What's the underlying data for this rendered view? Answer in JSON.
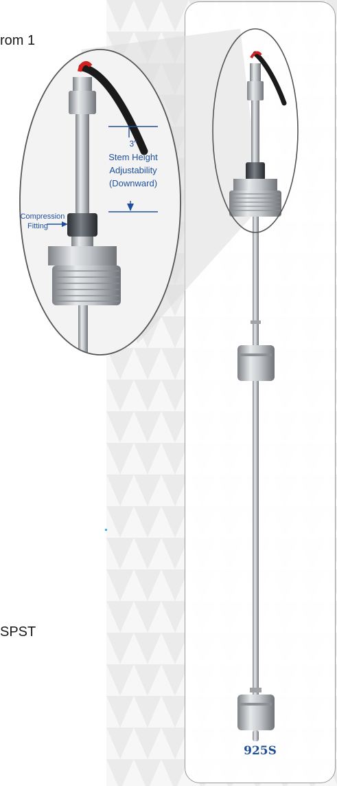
{
  "page": {
    "fragment_top": "rom 1",
    "fragment_bottom": "SPST"
  },
  "product": {
    "model": "925S"
  },
  "callouts": {
    "height_value": "3\"",
    "height_line1": "Stem Height",
    "height_line2": "Adjustability",
    "height_line3": "(Downward)",
    "fitting_line1": "Compression",
    "fitting_line2": "Fitting"
  },
  "colors": {
    "accent_blue": "#1f4f9a",
    "pattern_gray": "#ececec",
    "steel": "#b9bcc0"
  }
}
